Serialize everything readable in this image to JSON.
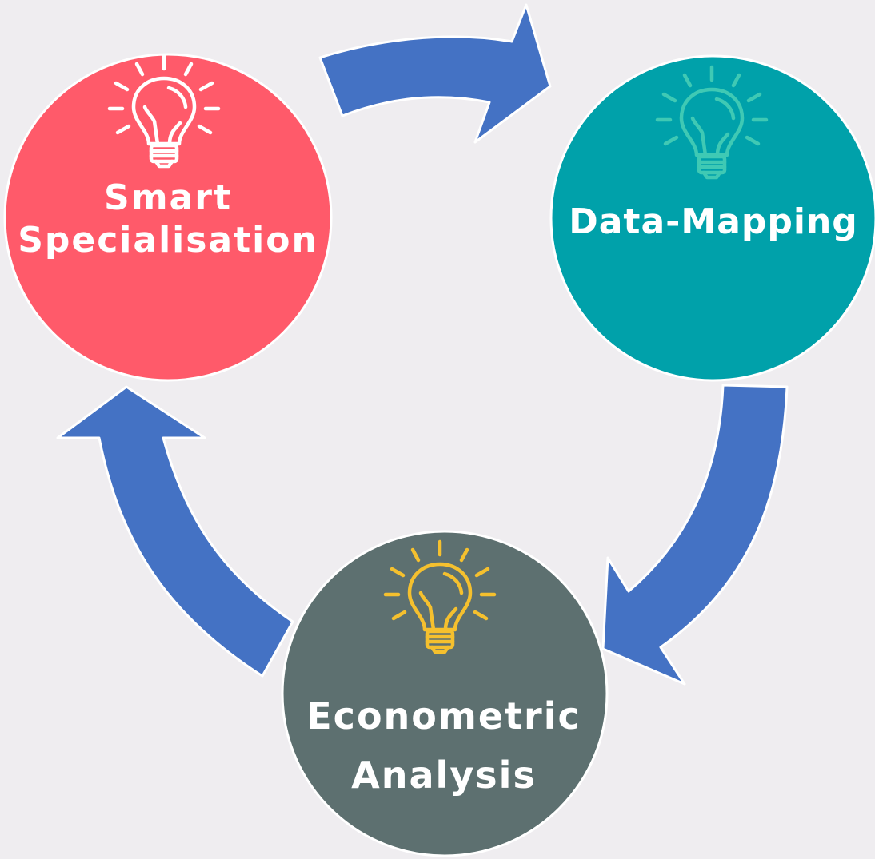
{
  "nodes": {
    "smart_specialisation": {
      "lines": [
        "Smart",
        "Specialisation"
      ],
      "color": "#ff5a6a",
      "icon": "lightbulb-icon",
      "icon_color": "#ffffff"
    },
    "data_mapping": {
      "lines": [
        "Data-Mapping"
      ],
      "color": "#00a1aa",
      "icon": "lightbulb-icon",
      "icon_color": "#3fc9b4"
    },
    "econometric_analysis": {
      "lines": [
        "Econometric",
        "Analysis"
      ],
      "color": "#5d7070",
      "icon": "lightbulb-icon",
      "icon_color": "#f5c02e"
    }
  },
  "arrows": {
    "color": "#4472c4",
    "icon": "curved-arrow-icon"
  },
  "background": "#efedf0"
}
